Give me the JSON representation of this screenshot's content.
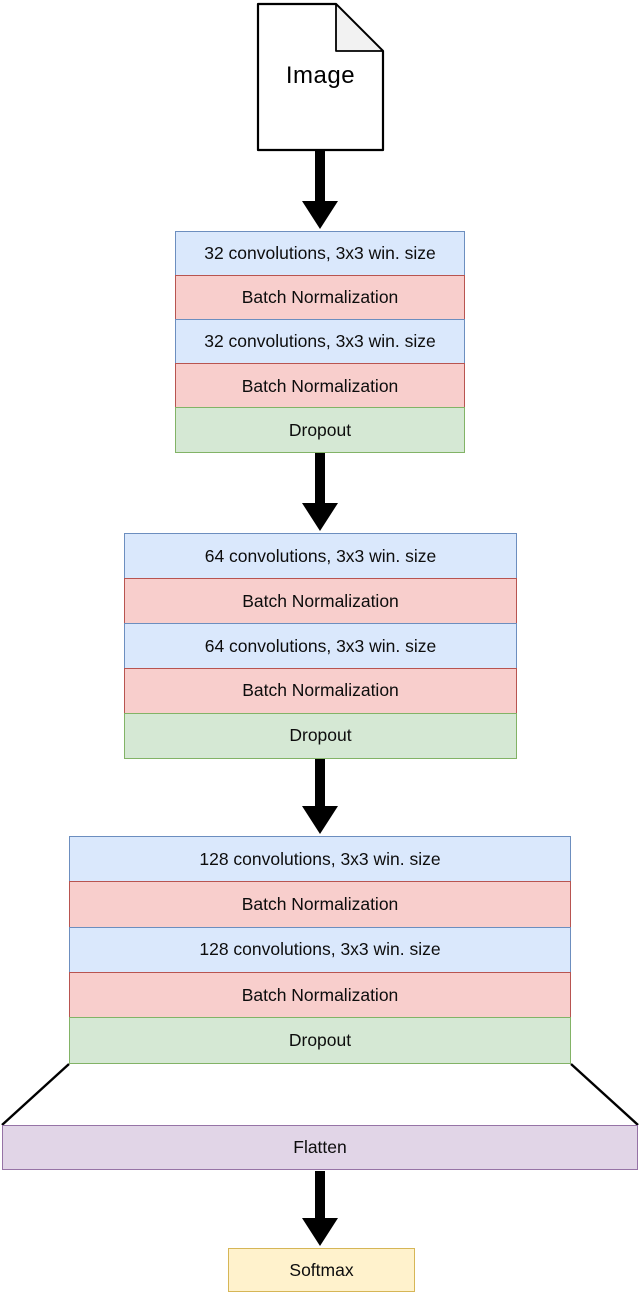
{
  "diagram_title": "CNN architecture flow diagram",
  "input_node": {
    "label": "Image"
  },
  "colors": {
    "conv_fill": "#dae8fc",
    "conv_border": "#6c8ebf",
    "bn_fill": "#f8cecc",
    "bn_border": "#b85450",
    "dropout_fill": "#d5e8d4",
    "dropout_border": "#82b366",
    "flatten_fill": "#e1d5e7",
    "flatten_border": "#9673a6",
    "softmax_fill": "#fff2cc",
    "softmax_border": "#d6b656",
    "arrow": "#000000",
    "note_fold_fill": "#f2f2f2",
    "outline": "#000000"
  },
  "conv_blocks": [
    {
      "name": "conv-block-32",
      "rows": [
        {
          "type": "conv",
          "label": "32 convolutions, 3x3 win. size"
        },
        {
          "type": "bn",
          "label": "Batch Normalization"
        },
        {
          "type": "conv",
          "label": "32 convolutions, 3x3 win. size"
        },
        {
          "type": "bn",
          "label": "Batch Normalization"
        },
        {
          "type": "dropout",
          "label": "Dropout"
        }
      ]
    },
    {
      "name": "conv-block-64",
      "rows": [
        {
          "type": "conv",
          "label": "64 convolutions, 3x3 win. size"
        },
        {
          "type": "bn",
          "label": "Batch Normalization"
        },
        {
          "type": "conv",
          "label": "64 convolutions, 3x3 win. size"
        },
        {
          "type": "bn",
          "label": "Batch Normalization"
        },
        {
          "type": "dropout",
          "label": "Dropout"
        }
      ]
    },
    {
      "name": "conv-block-128",
      "rows": [
        {
          "type": "conv",
          "label": "128 convolutions, 3x3 win. size"
        },
        {
          "type": "bn",
          "label": "Batch Normalization"
        },
        {
          "type": "conv",
          "label": "128 convolutions, 3x3 win. size"
        },
        {
          "type": "bn",
          "label": "Batch Normalization"
        },
        {
          "type": "dropout",
          "label": "Dropout"
        }
      ]
    }
  ],
  "flatten_node": {
    "label": "Flatten"
  },
  "softmax_node": {
    "label": "Softmax"
  }
}
